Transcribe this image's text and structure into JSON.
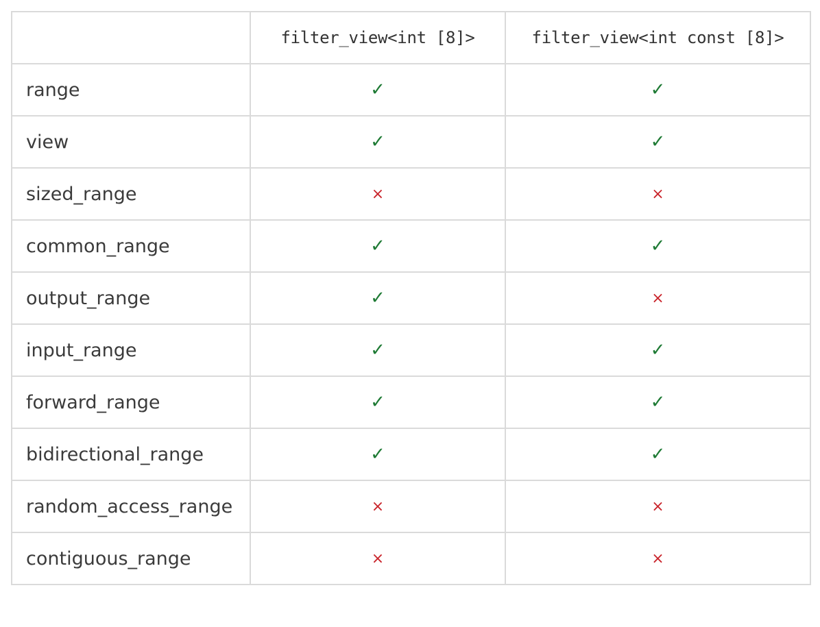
{
  "table": {
    "headers": [
      "",
      "filter_view<int [8]>",
      "filter_view<int const [8]>"
    ],
    "symbols": {
      "yes": "✓",
      "no": "×"
    },
    "colors": {
      "yes": "#1e7a34",
      "no": "#c9242b"
    },
    "rows": [
      {
        "concept": "range",
        "values": [
          "yes",
          "yes"
        ]
      },
      {
        "concept": "view",
        "values": [
          "yes",
          "yes"
        ]
      },
      {
        "concept": "sized_range",
        "values": [
          "no",
          "no"
        ]
      },
      {
        "concept": "common_range",
        "values": [
          "yes",
          "yes"
        ]
      },
      {
        "concept": "output_range",
        "values": [
          "yes",
          "no"
        ]
      },
      {
        "concept": "input_range",
        "values": [
          "yes",
          "yes"
        ]
      },
      {
        "concept": "forward_range",
        "values": [
          "yes",
          "yes"
        ]
      },
      {
        "concept": "bidirectional_range",
        "values": [
          "yes",
          "yes"
        ]
      },
      {
        "concept": "random_access_range",
        "values": [
          "no",
          "no"
        ]
      },
      {
        "concept": "contiguous_range",
        "values": [
          "no",
          "no"
        ]
      }
    ]
  }
}
